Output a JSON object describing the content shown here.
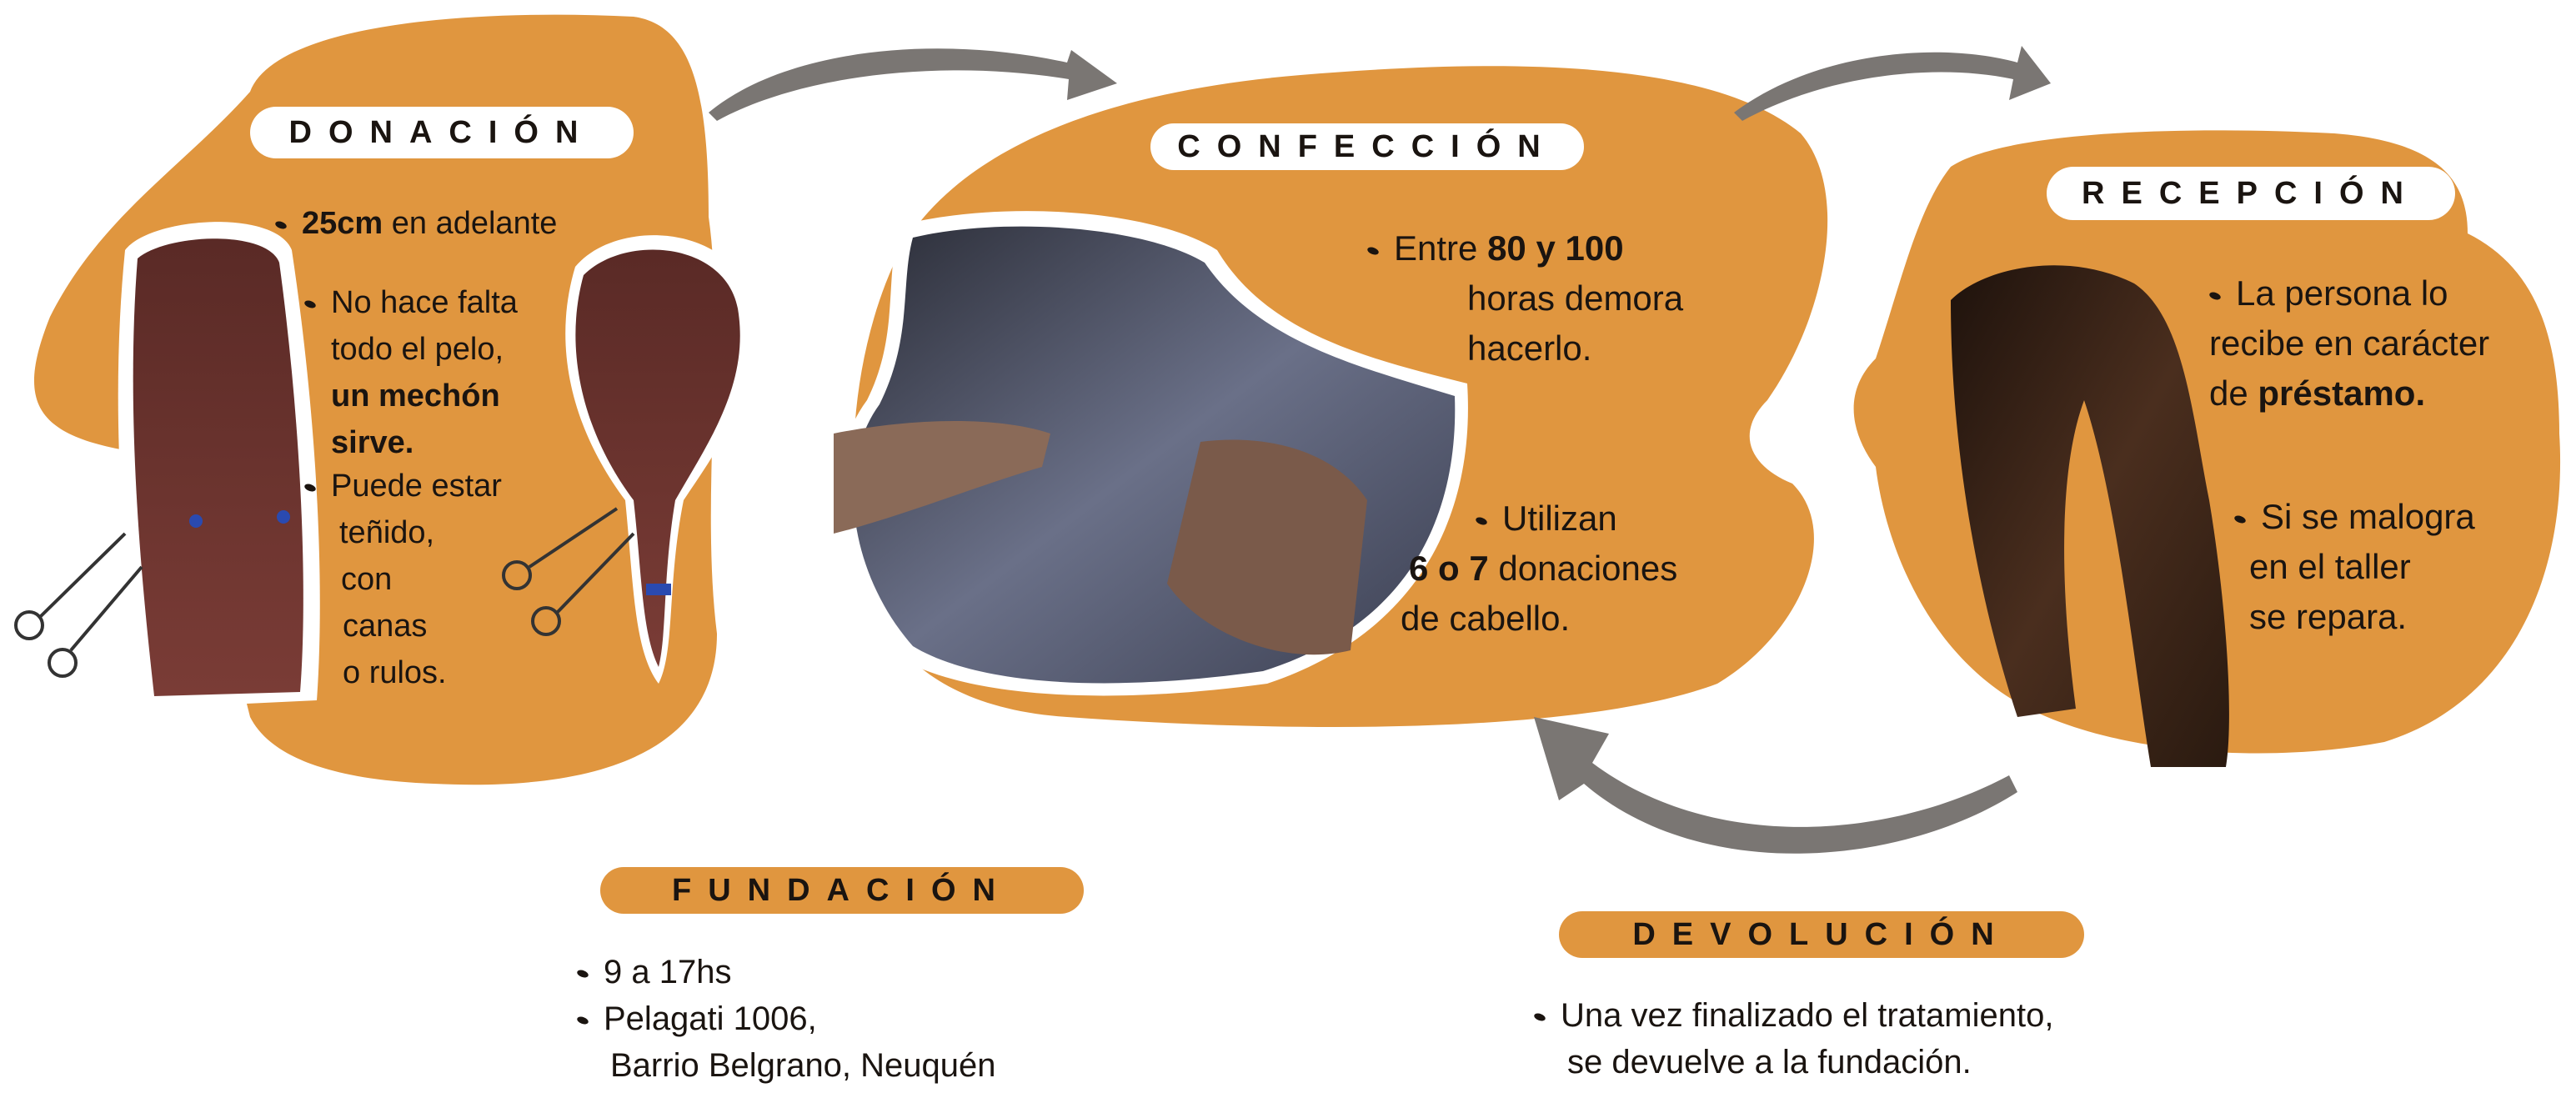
{
  "colors": {
    "orange": "#E0963F",
    "arrow": "#7a7673",
    "text": "#1a1410"
  },
  "donacion": {
    "title": "DONACIÓN",
    "item1_bold": "25cm",
    "item1_rest": " en adelante",
    "item2_l1": "No hace falta",
    "item2_l2": "todo el pelo,",
    "item2_l3": "un mechón",
    "item2_l4": "sirve.",
    "item3_l1": "Puede estar",
    "item3_l2": "teñido,",
    "item3_l3": "con",
    "item3_l4": "canas",
    "item3_l5": "o rulos."
  },
  "confeccion": {
    "title": "CONFECCIÓN",
    "item1_pre": "Entre ",
    "item1_bold": "80 y 100",
    "item1_l2": "horas demora",
    "item1_l3": "hacerlo.",
    "item2_l1": "Utilizan",
    "item2_bold": "6 o 7",
    "item2_rest": " donaciones",
    "item2_l3": "de cabello."
  },
  "recepcion": {
    "title": "RECEPCIÓN",
    "item1_l1": "La persona lo",
    "item1_l2": "recibe en carácter",
    "item1_pre": "de ",
    "item1_bold": "préstamo.",
    "item2_l1": "Si se malogra",
    "item2_l2": "en el taller",
    "item2_l3": "se repara."
  },
  "fundacion": {
    "title": "FUNDACIÓN",
    "item1": "9 a 17hs",
    "item2_l1": "Pelagati 1006,",
    "item2_l2": "Barrio Belgrano, Neuquén"
  },
  "devolucion": {
    "title": "DEVOLUCIÓN",
    "item1_l1": "Una vez finalizado el tratamiento,",
    "item1_l2": "se devuelve a la fundación."
  }
}
